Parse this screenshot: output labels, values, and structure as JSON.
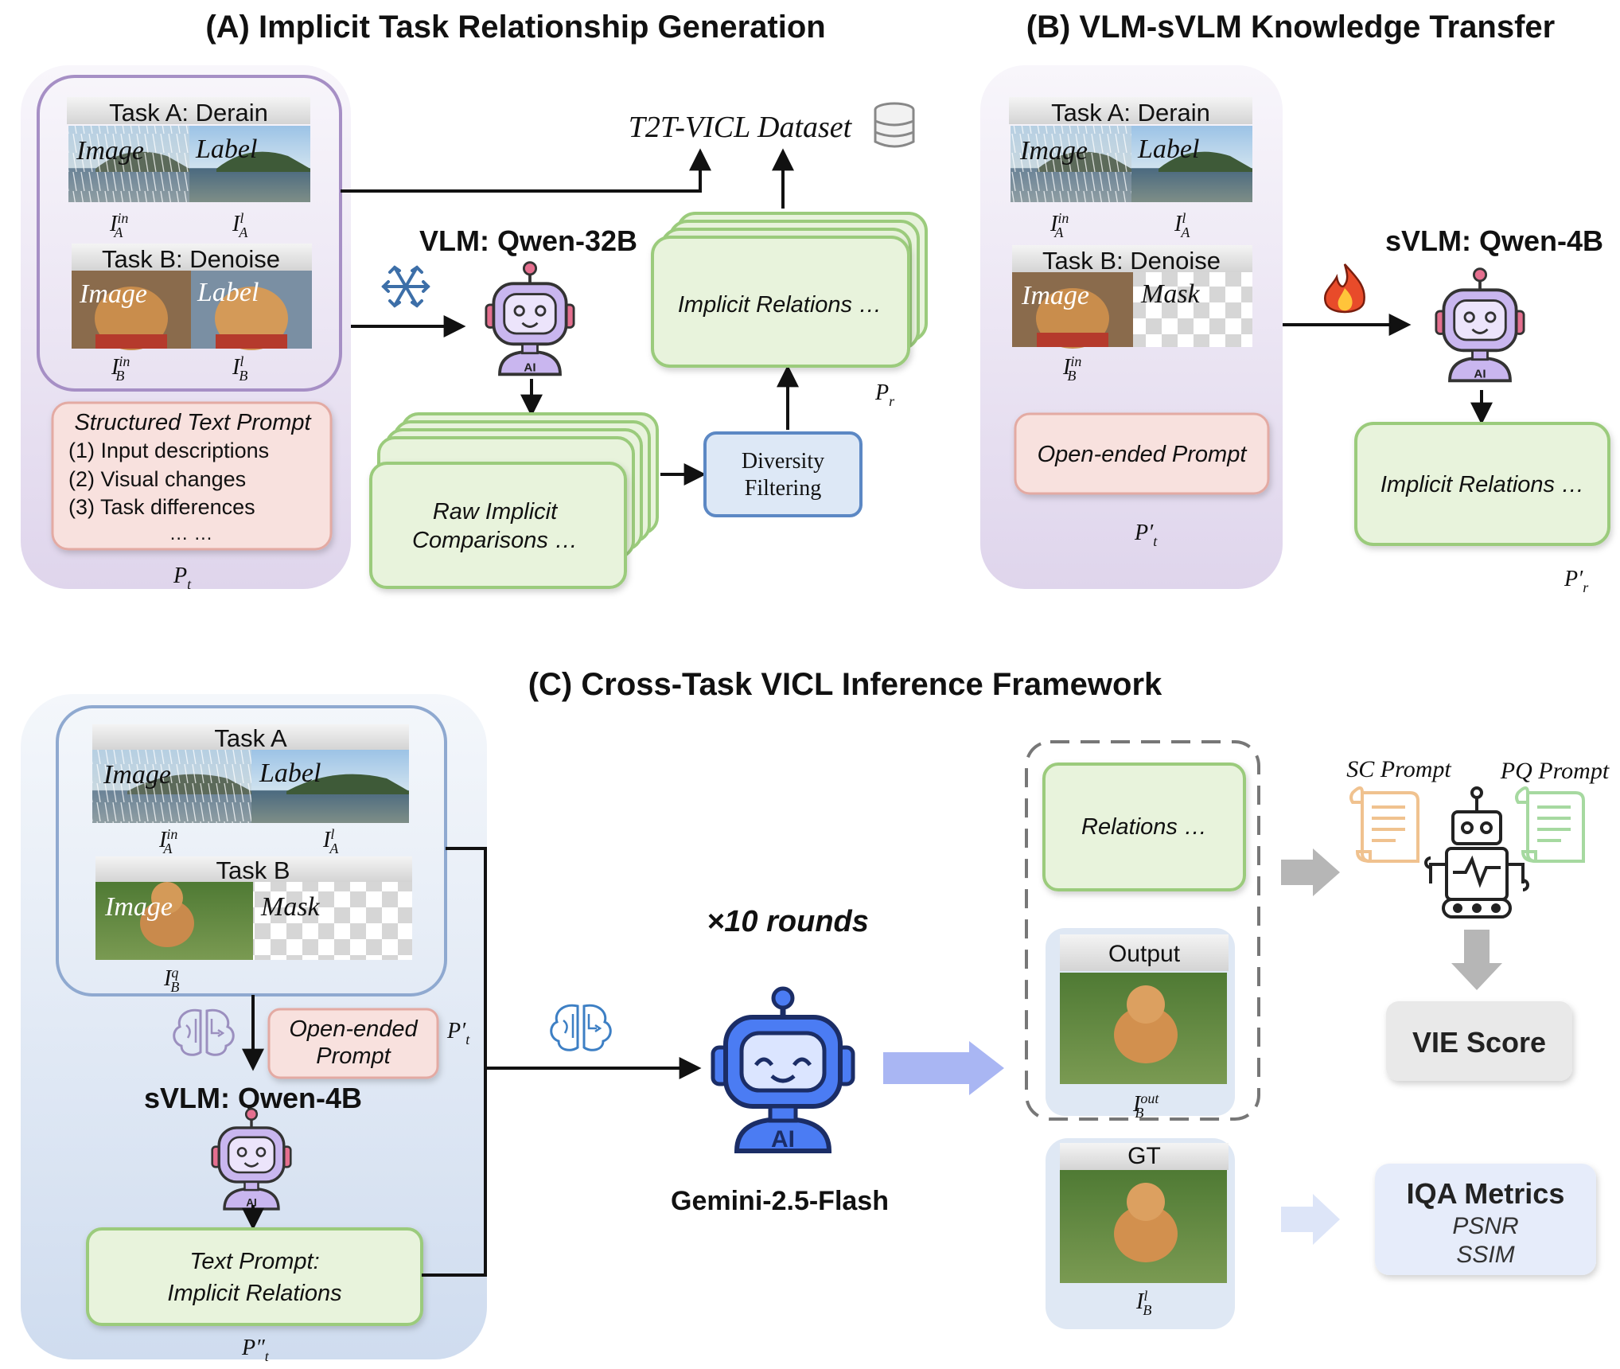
{
  "titles": {
    "a": "(A) Implicit Task Relationship Generation",
    "b": "(B) VLM-sVLM Knowledge Transfer",
    "c": "(C) Cross-Task VICL Inference Framework"
  },
  "panel_a": {
    "task_a": "Task A: Derain",
    "task_b": "Task B: Denoise",
    "image_label": "Image",
    "label_label": "Label",
    "prompt_title": "Structured Text Prompt",
    "prompt_items": [
      "(1) Input descriptions",
      "(2) Visual changes",
      "(3) Task differences",
      "… …"
    ],
    "pt_symbol": "P",
    "pt_sub": "t",
    "vlm": "VLM: Qwen-32B",
    "dataset": "T2T-VICL Dataset",
    "raw_line1": "Raw Implicit",
    "raw_line2": "Comparisons …",
    "diversity_line1": "Diversity",
    "diversity_line2": "Filtering",
    "implicit": "Implicit Relations …",
    "pr_symbol": "P",
    "pr_sub": "r"
  },
  "panel_b": {
    "task_a": "Task A: Derain",
    "task_b": "Task B: Denoise",
    "image_label": "Image",
    "label_label": "Label",
    "mask_label": "Mask",
    "prompt": "Open-ended Prompt",
    "pt_symbol": "P′",
    "pt_sub": "t",
    "svlm": "sVLM: Qwen-4B",
    "implicit": "Implicit Relations …",
    "pr_symbol": "P′",
    "pr_sub": "r"
  },
  "panel_c": {
    "task_a": "Task A",
    "task_b": "Task B",
    "image_label": "Image",
    "label_label": "Label",
    "mask_label": "Mask",
    "prompt_line1": "Open-ended",
    "prompt_line2": "Prompt",
    "prompt_symbol": "P′",
    "prompt_sub": "t",
    "svlm": "sVLM: Qwen-4B",
    "text_prompt_line1": "Text Prompt:",
    "text_prompt_line2": "Implicit Relations",
    "pt2_symbol": "P″",
    "pt2_sub": "t",
    "rounds": "×10 rounds",
    "gemini": "Gemini-2.5-Flash",
    "relations": "Relations …",
    "output": "Output",
    "gt": "GT",
    "sc_prompt": "SC Prompt",
    "pq_prompt": "PQ Prompt",
    "vie_score": "VIE Score",
    "iqa_title": "IQA Metrics",
    "iqa_psnr": "PSNR",
    "iqa_ssim": "SSIM"
  },
  "symbols": {
    "I": "I",
    "in": "in",
    "l": "l",
    "q": "q",
    "out": "out",
    "A": "A",
    "B": "B"
  },
  "icons": {
    "robot": "robot-icon",
    "snowflake": "snowflake-icon",
    "fire": "fire-icon",
    "brain": "brain-icon",
    "database": "database-icon",
    "scroll": "scroll-icon"
  },
  "colors": {
    "purple_panel": "#ece6f4",
    "blue_panel": "#dfe8f4",
    "green_box": "#e8f3dc",
    "green_border": "#9bcb7c",
    "pink_box": "#f8e1de",
    "pink_border": "#e3aaa3",
    "diversity_box": "#dde8f6",
    "diversity_border": "#5c88c4",
    "arrow_blue": "#a9b6f3"
  }
}
